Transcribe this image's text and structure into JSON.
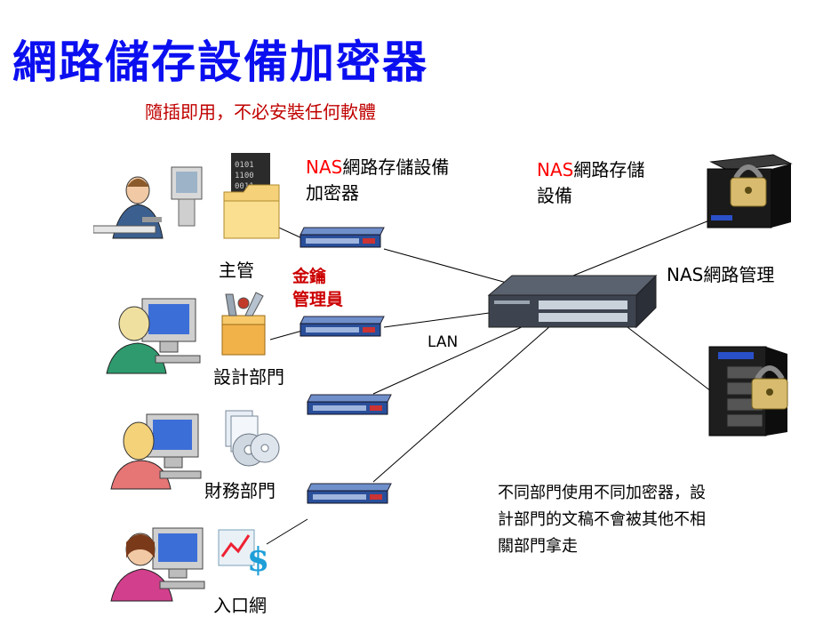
{
  "title": "網路儲存設備加密器",
  "subtitle": "隨插即用，不必安裝任何軟體",
  "labels": {
    "nas_encryptor_prefix": "NAS",
    "nas_encryptor_rest": "網路存儲設備",
    "nas_encryptor_line2": "加密器",
    "nas_storage_prefix": "NAS",
    "nas_storage_rest": "網路存儲",
    "nas_storage_line2": "設備",
    "nas_management": "NAS網路管理",
    "key_admin_line1": "金鑰",
    "key_admin_line2": "管理員",
    "lan": "LAN"
  },
  "departments": [
    {
      "name": "主管",
      "icon": "folder-icon"
    },
    {
      "name": "設計部門",
      "icon": "toolbox-icon"
    },
    {
      "name": "財務部門",
      "icon": "cd-software-icon"
    },
    {
      "name": "入口網",
      "icon": "finance-chart-icon"
    }
  ],
  "note_lines": [
    "不同部門使用不同加密器，設",
    "計部門的文稿不會被其他不相",
    "關部門拿走"
  ],
  "colors": {
    "title": "#0b0ff0",
    "subtitle": "#c00000",
    "highlight": "#ff0000",
    "key_admin": "#cc0000",
    "encryptor_body": "#2a4f9a",
    "switch_body": "#3d4450"
  }
}
